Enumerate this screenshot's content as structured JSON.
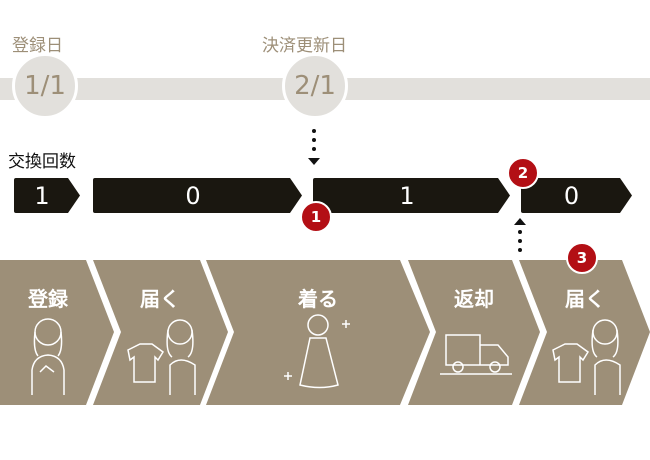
{
  "timeline": {
    "registration_label": "登録日",
    "registration_date": "1/1",
    "renewal_label": "決済更新日",
    "renewal_date": "2/1"
  },
  "exchange": {
    "label": "交換回数",
    "counts": [
      "1",
      "0",
      "1",
      "0"
    ]
  },
  "badges": [
    "1",
    "2",
    "3"
  ],
  "steps": [
    {
      "label": "登録",
      "icon": "woman-phone-icon"
    },
    {
      "label": "届く",
      "icon": "woman-shirt-icon"
    },
    {
      "label": "着る",
      "icon": "woman-dress-icon"
    },
    {
      "label": "返却",
      "icon": "truck-icon"
    },
    {
      "label": "届く",
      "icon": "woman-shirt-icon"
    }
  ],
  "colors": {
    "step": "#9d8f78",
    "bar": "#1a1710",
    "badge": "#b30f15",
    "track": "#e2e0dc"
  }
}
